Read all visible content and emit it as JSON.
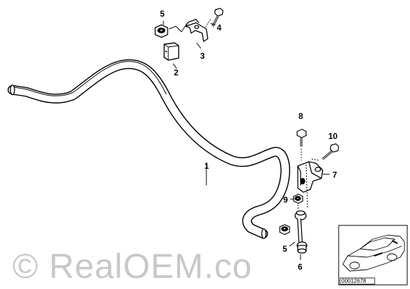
{
  "callouts": {
    "c1": "1",
    "c2": "2",
    "c3": "3",
    "c4": "4",
    "c5_top": "5",
    "c5_bottom": "5",
    "c6": "6",
    "c7": "7",
    "c8": "8",
    "c9": "9",
    "c10": "10"
  },
  "watermark": "© RealOEM.co",
  "inset": {
    "code": "00012678"
  }
}
